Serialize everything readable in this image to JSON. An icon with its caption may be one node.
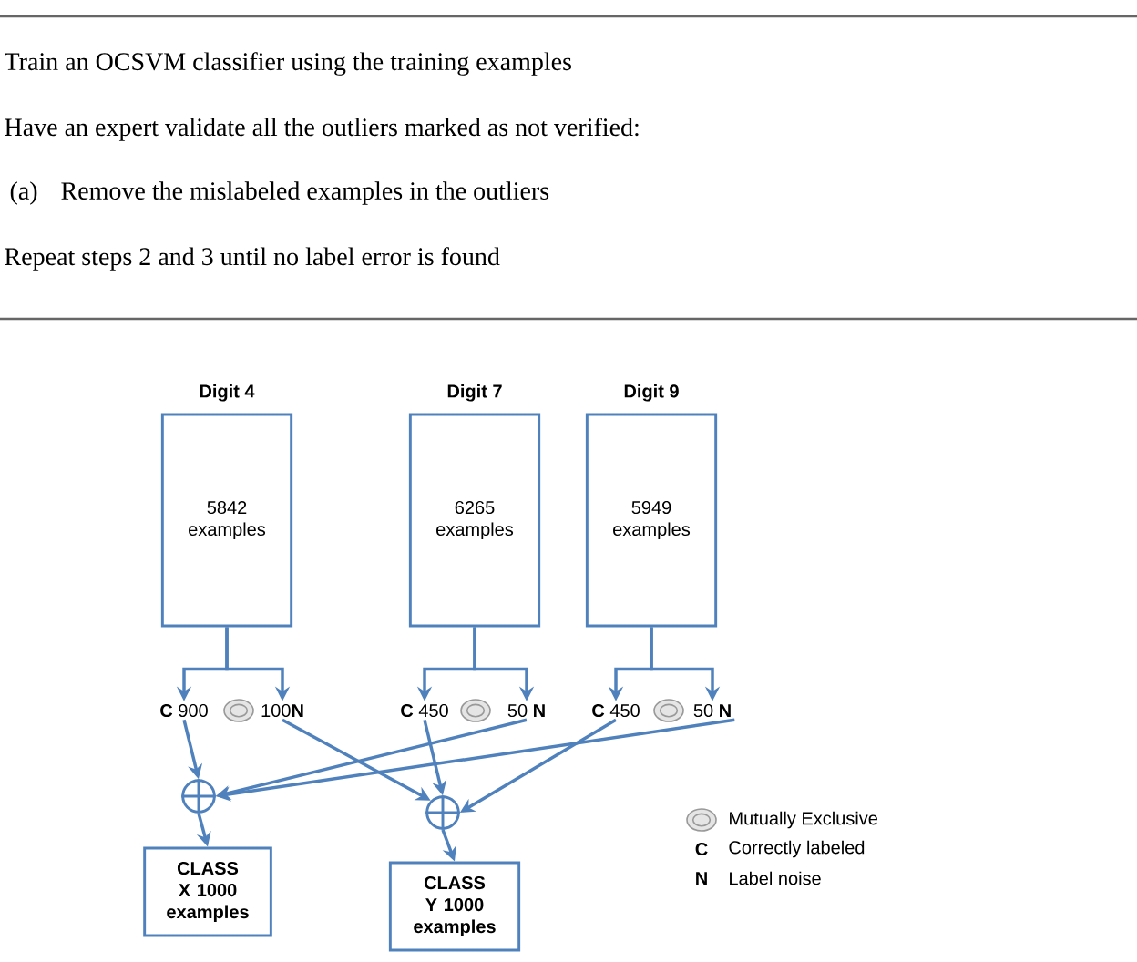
{
  "diagram": {
    "nodes": [
      {
        "text": [
          "Digit 4",
          "5842 examples"
        ]
      },
      {
        "text": [
          "Digit 7",
          "6265 examples"
        ]
      },
      {
        "text": [
          "Digit 9",
          "5949 examples"
        ]
      },
      {
        "text": [
          "**C** 900"
        ]
      },
      {
        "text": [
          "100**N**"
        ]
      },
      {
        "text": [
          "**C** 450"
        ]
      },
      {
        "text": [
          "50 **N**"
        ]
      },
      {
        "text": [
          "**C** 450"
        ]
      },
      {
        "text": [
          "50 **N**"
        ]
      },
      {
        "text": [],
        "shape": "circle"
      },
      {
        "text": [],
        "shape": "circle"
      },
      {
        "text": [
          "CLASS X 1000 examples"
        ]
      },
      {
        "text": [
          "CLASS Y 1000 examples"
        ]
      }
    ],
    "edges": [
      {
        "from": 0,
        "to": 3,
        "arrow": "to"
      },
      {
        "from": 0,
        "to": 4,
        "arrow": "to"
      },
      {
        "from": 1,
        "to": 5,
        "arrow": "to"
      },
      {
        "from": 1,
        "to": 6,
        "arrow": "to"
      },
      {
        "from": 2,
        "to": 7,
        "arrow": "to"
      },
      {
        "from": 2,
        "to": 8,
        "arrow": "to"
      },
      {
        "from": 3,
        "to": 9,
        "arrow": "to"
      },
      {
        "from": 6,
        "to": 9,
        "arrow": "to"
      },
      {
        "from": 8,
        "to": 9,
        "arrow": "to"
      },
      {
        "from": 4,
        "to": 10,
        "arrow": "to"
      },
      {
        "from": 5,
        "to": 10,
        "arrow": "to"
      },
      {
        "from": 7,
        "to": 10,
        "arrow": "to"
      },
      {
        "from": 9,
        "to": 11,
        "arrow": "to"
      },
      {
        "from": 10,
        "to": 12,
        "arrow": "to"
      }
    ],
    "labels": [
      "Train an OCSVM classifier using the training examples",
      "Have an expert validate all the outliers marked as not verified:",
      "(a)",
      "Remove the mislabeled examples in the outliers",
      "Repeat steps 2 and 3 until no label error is found",
      "C",
      "N"
    ],
    "legend": [
      {
        "text": "Mutually Exclusive"
      },
      {
        "text": "Correctly labeled"
      },
      {
        "text": "Label noise"
      }
    ]
  }
}
